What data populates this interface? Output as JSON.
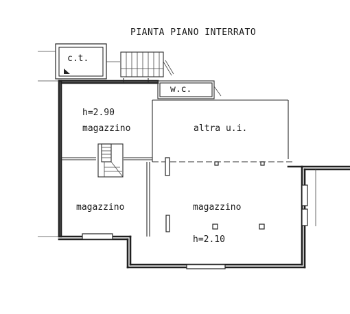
{
  "title": "PIANTA PIANO INTERRATO",
  "rooms": {
    "ct": "c.t.",
    "wc": "w.c.",
    "height_left": "h=2.90",
    "magazzino_upper_left": "magazzino",
    "altra_ui": "altra u.i.",
    "magazzino_lower_left": "magazzino",
    "magazzino_right": "magazzino",
    "height_right": "h=2.10"
  }
}
